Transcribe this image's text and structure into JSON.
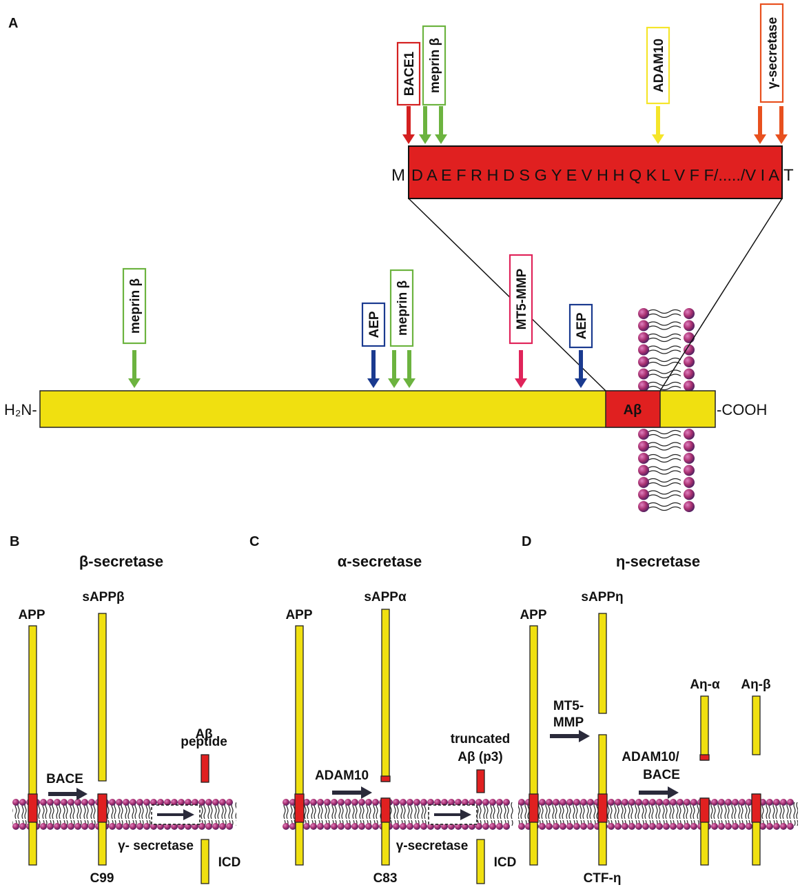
{
  "panels": {
    "a": "A",
    "b": "B",
    "c": "C",
    "d": "D"
  },
  "colors": {
    "app_yellow": "#f0e010",
    "abeta_red": "#e02020",
    "meprin_green": "#6cb33f",
    "bace_red": "#d42020",
    "aep_blue": "#1a3a8f",
    "mt5_red": "#e0245a",
    "adam_yellow": "#f5e52a",
    "gamma_orange": "#e8501e",
    "membrane_head": "#a83070"
  },
  "panel_a": {
    "n_terminus": "H₂N-",
    "c_terminus": "-COOH",
    "abeta_label": "Aβ",
    "enzymes": {
      "meprin_1": "meprin β",
      "aep_1": "AEP",
      "meprin_2": "meprin β",
      "mt5": "MT5-MMP",
      "aep_2": "AEP",
      "bace1": "BACE1",
      "meprin_top": "meprin β",
      "adam10": "ADAM10",
      "gamma": "γ-secretase"
    },
    "seq_start": "M",
    "sequence": "D A E F R H D S G Y E V H H Q K L V F F/...../V I A",
    "seq_end": "T"
  },
  "panel_b": {
    "title": "β-secretase",
    "app": "APP",
    "sapp": "sAPPβ",
    "enzyme": "BACE",
    "peptide": "Aβ\npeptide",
    "peptide_l1": "Aβ",
    "peptide_l2": "peptide",
    "gamma": "γ- secretase",
    "ctf": "C99",
    "icd": "ICD"
  },
  "panel_c": {
    "title": "α-secretase",
    "app": "APP",
    "sapp": "sAPPα",
    "enzyme": "ADAM10",
    "peptide_l1": "truncated",
    "peptide_l2": "Aβ (p3)",
    "gamma": "γ-secretase",
    "ctf": "C83",
    "icd": "ICD"
  },
  "panel_d": {
    "title": "η-secretase",
    "app": "APP",
    "sapp": "sAPPη",
    "enzyme_l1": "MT5-",
    "enzyme_l2": "MMP",
    "enzyme2_l1": "ADAM10/",
    "enzyme2_l2": "BACE",
    "an_alpha": "Aη-α",
    "an_beta": "Aη-β",
    "ctf": "CTF-η"
  }
}
